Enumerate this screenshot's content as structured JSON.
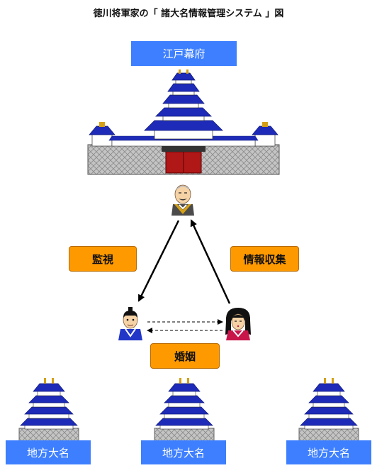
{
  "title": "徳川将軍家の「 諸大名情報管理システム 」図",
  "shogunate_label": "江戸幕府",
  "relations": {
    "surveillance": "監視",
    "intelligence": "情報収集",
    "marriage": "婚姻"
  },
  "daimyo": [
    {
      "label": "地方大名"
    },
    {
      "label": "地方大名"
    },
    {
      "label": "地方大名"
    }
  ],
  "colors": {
    "label_blue": "#3d7fff",
    "label_orange": "#ff9900",
    "roof_blue": "#1e2bb8",
    "stone_gray": "#b8b8b8",
    "gate_red": "#b01818"
  },
  "icons": {
    "main_castle": "edo-castle-icon",
    "shogun": "shogun-icon",
    "male_agent": "samurai-icon",
    "female_agent": "princess-icon",
    "daimyo_castle": "daimyo-castle-icon"
  }
}
